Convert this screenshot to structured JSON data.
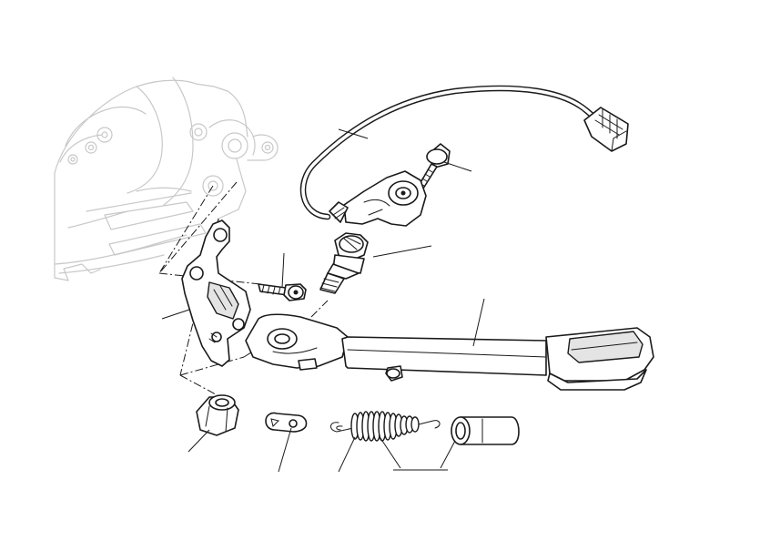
{
  "diagram": {
    "kind": "exploded-parts-view",
    "parts": [
      "engine-casing",
      "sensor-cable-with-connector",
      "sensor-screw",
      "sidestand-switch-sensor",
      "pivot-bolt",
      "mounting-bracket",
      "bracket-screw",
      "sidestand-leg",
      "stop-screw",
      "nut",
      "spring-plate",
      "return-spring",
      "spacer-sleeve"
    ],
    "reference_labels": []
  }
}
